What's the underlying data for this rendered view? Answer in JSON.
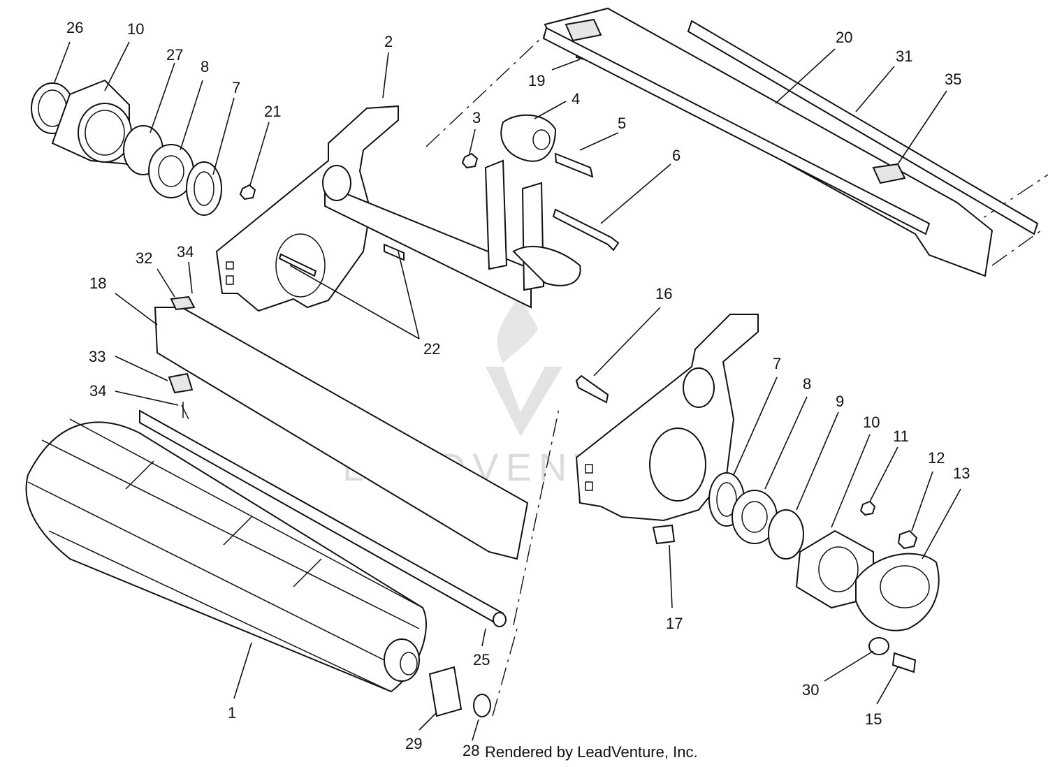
{
  "diagram": {
    "callouts": [
      {
        "id": "26",
        "label": "26"
      },
      {
        "id": "10a",
        "label": "10"
      },
      {
        "id": "27",
        "label": "27"
      },
      {
        "id": "8a",
        "label": "8"
      },
      {
        "id": "7a",
        "label": "7"
      },
      {
        "id": "21",
        "label": "21"
      },
      {
        "id": "2",
        "label": "2"
      },
      {
        "id": "3",
        "label": "3"
      },
      {
        "id": "4",
        "label": "4"
      },
      {
        "id": "5",
        "label": "5"
      },
      {
        "id": "6",
        "label": "6"
      },
      {
        "id": "19",
        "label": "19"
      },
      {
        "id": "20",
        "label": "20"
      },
      {
        "id": "31",
        "label": "31"
      },
      {
        "id": "35",
        "label": "35"
      },
      {
        "id": "32",
        "label": "32"
      },
      {
        "id": "34a",
        "label": "34"
      },
      {
        "id": "18",
        "label": "18"
      },
      {
        "id": "22",
        "label": "22"
      },
      {
        "id": "33",
        "label": "33"
      },
      {
        "id": "34b",
        "label": "34"
      },
      {
        "id": "16",
        "label": "16"
      },
      {
        "id": "7b",
        "label": "7"
      },
      {
        "id": "8b",
        "label": "8"
      },
      {
        "id": "9",
        "label": "9"
      },
      {
        "id": "10b",
        "label": "10"
      },
      {
        "id": "11",
        "label": "11"
      },
      {
        "id": "12",
        "label": "12"
      },
      {
        "id": "13",
        "label": "13"
      },
      {
        "id": "17",
        "label": "17"
      },
      {
        "id": "1",
        "label": "1"
      },
      {
        "id": "25",
        "label": "25"
      },
      {
        "id": "29",
        "label": "29"
      },
      {
        "id": "28",
        "label": "28"
      },
      {
        "id": "30",
        "label": "30"
      },
      {
        "id": "15",
        "label": "15"
      }
    ],
    "credit": "Rendered by LeadVenture, Inc.",
    "watermark": "LEADVENTURE"
  }
}
